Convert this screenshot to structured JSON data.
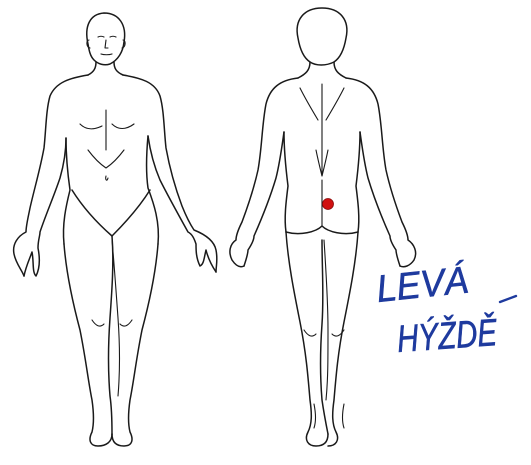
{
  "views": [
    {
      "name": "front-view",
      "direction": "anterior"
    },
    {
      "name": "back-view",
      "direction": "posterior"
    }
  ],
  "marker": {
    "color": "#d01010",
    "region": "lower-back-left"
  },
  "annotation": {
    "line1": "LEVÁ",
    "line2": "HÝŽDĚ",
    "ink_color": "#1e3a9e"
  },
  "colors": {
    "outline": "#1a1a1a",
    "background": "#ffffff"
  }
}
